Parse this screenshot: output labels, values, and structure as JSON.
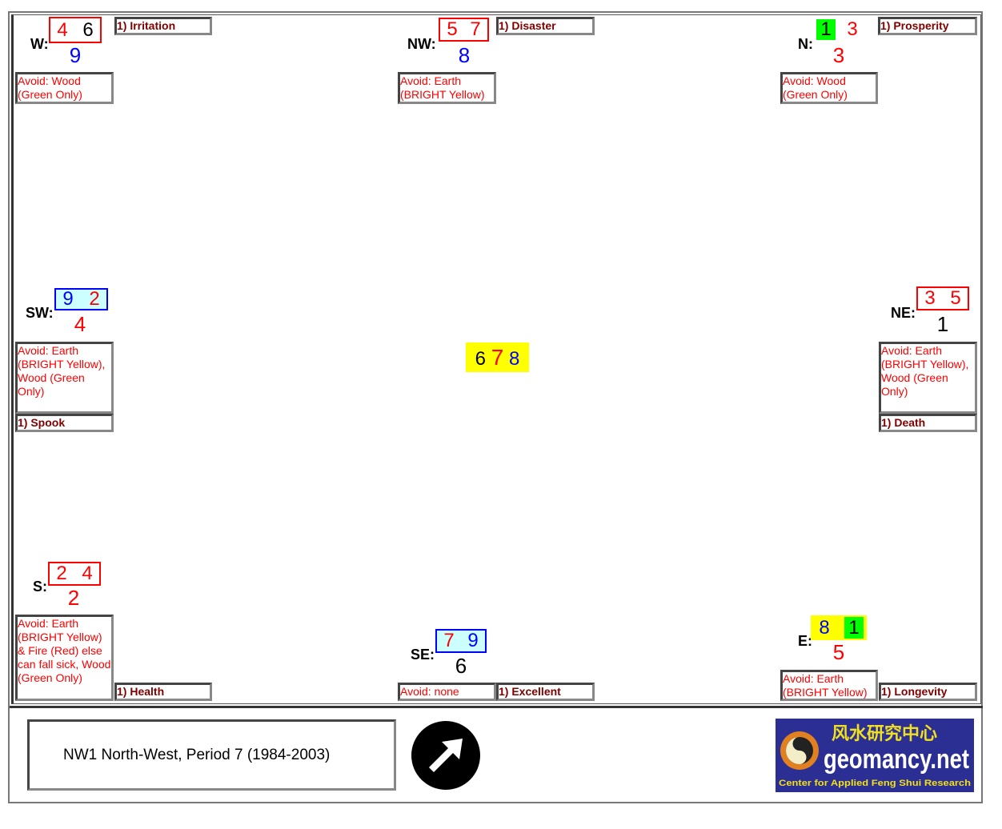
{
  "center": {
    "stars": [
      {
        "value": "6",
        "color": "#000000"
      },
      {
        "value": "7",
        "color": "#ff0000"
      },
      {
        "value": "8",
        "color": "#0000ff"
      }
    ],
    "bg": "#ffff00"
  },
  "sectors": [
    {
      "id": "w",
      "dir": "W:",
      "mountain": {
        "value": "4",
        "color": "#ff0000"
      },
      "water": {
        "value": "6",
        "color": "#000000"
      },
      "base": {
        "value": "9",
        "color": "#0000ff"
      },
      "border": "#ff0000",
      "avoid": "Avoid: Wood (Green Only)",
      "star": "1) Irritation"
    },
    {
      "id": "nw",
      "dir": "NW:",
      "mountain": {
        "value": "5",
        "color": "#ff0000"
      },
      "water": {
        "value": "7",
        "color": "#ff0000"
      },
      "base": {
        "value": "8",
        "color": "#0000ff"
      },
      "border": "#ff0000",
      "avoid": "Avoid: Earth (BRIGHT Yellow)",
      "star": "1) Disaster"
    },
    {
      "id": "n",
      "dir": "N:",
      "mountain": {
        "value": "1",
        "color": "#000000",
        "bg": "#00ff00"
      },
      "water": {
        "value": "3",
        "color": "#ff0000"
      },
      "base": {
        "value": "3",
        "color": "#ff0000"
      },
      "border": "transparent",
      "avoid": "Avoid: Wood (Green Only)",
      "star": "1) Prosperity"
    },
    {
      "id": "sw",
      "dir": "SW:",
      "mountain": {
        "value": "9",
        "color": "#0000ff"
      },
      "water": {
        "value": "2",
        "color": "#ff0000"
      },
      "base": {
        "value": "4",
        "color": "#ff0000"
      },
      "border": "#0000ff",
      "bg": "#ccffff",
      "avoid": "Avoid: Earth (BRIGHT Yellow), Wood (Green Only)",
      "star": "1) Spook"
    },
    {
      "id": "ne",
      "dir": "NE:",
      "mountain": {
        "value": "3",
        "color": "#ff0000"
      },
      "water": {
        "value": "5",
        "color": "#ff0000"
      },
      "base": {
        "value": "1",
        "color": "#000000"
      },
      "border": "#ff0000",
      "avoid": "Avoid: Earth (BRIGHT Yellow), Wood (Green Only)",
      "star": "1) Death"
    },
    {
      "id": "s",
      "dir": "S:",
      "mountain": {
        "value": "2",
        "color": "#ff0000"
      },
      "water": {
        "value": "4",
        "color": "#ff0000"
      },
      "base": {
        "value": "2",
        "color": "#ff0000"
      },
      "border": "#ff0000",
      "avoid": "Avoid: Earth (BRIGHT Yellow) & Fire (Red) else can fall sick, Wood (Green Only)",
      "star": "1) Health"
    },
    {
      "id": "se",
      "dir": "SE:",
      "mountain": {
        "value": "7",
        "color": "#ff0000"
      },
      "water": {
        "value": "9",
        "color": "#0000ff"
      },
      "base": {
        "value": "6",
        "color": "#000000"
      },
      "border": "#0000ff",
      "bg": "#ccffff",
      "avoid": "Avoid: none",
      "star": "1) Excellent"
    },
    {
      "id": "e",
      "dir": "E:",
      "mountain": {
        "value": "8",
        "color": "#0000ff"
      },
      "water": {
        "value": "1",
        "color": "#000000",
        "bg": "#00ff00"
      },
      "base": {
        "value": "5",
        "color": "#ff0000"
      },
      "border": "transparent",
      "bg": "#ffff00",
      "avoid": "Avoid: Earth (BRIGHT Yellow)",
      "star": "1) Longevity"
    }
  ],
  "info": {
    "text": "NW1 North-West, Period 7 (1984-2003)",
    "arrow": "arrow-northeast-icon"
  },
  "logo": {
    "chinese": "风水研究中心",
    "name": "geomancy.net",
    "tagline": "Center for Applied Feng Shui Research"
  }
}
